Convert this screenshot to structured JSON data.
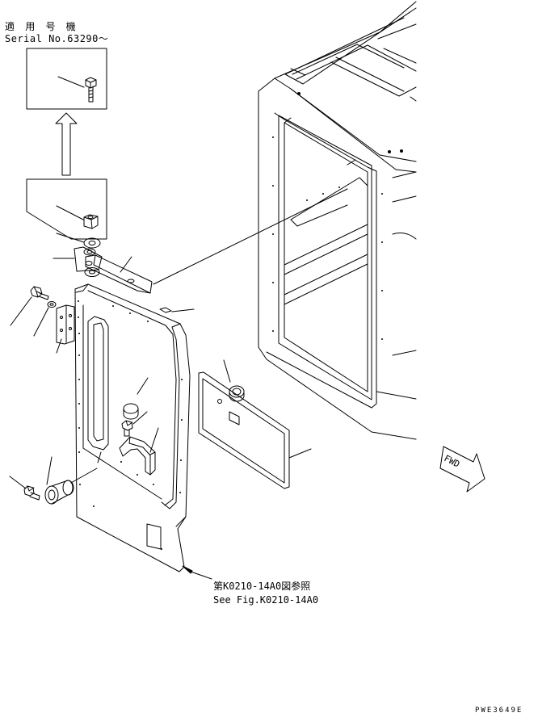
{
  "serial_note": {
    "applicable_label": "適 用 号 機",
    "serial_label": "Serial No.63290～"
  },
  "reference": {
    "japanese": "第K0210-14A0図参照",
    "english": "See Fig.K0210-14A0"
  },
  "direction_label": "FWD",
  "drawing_code": "PWE3649E",
  "colors": {
    "line": "#000000",
    "background": "#ffffff"
  }
}
